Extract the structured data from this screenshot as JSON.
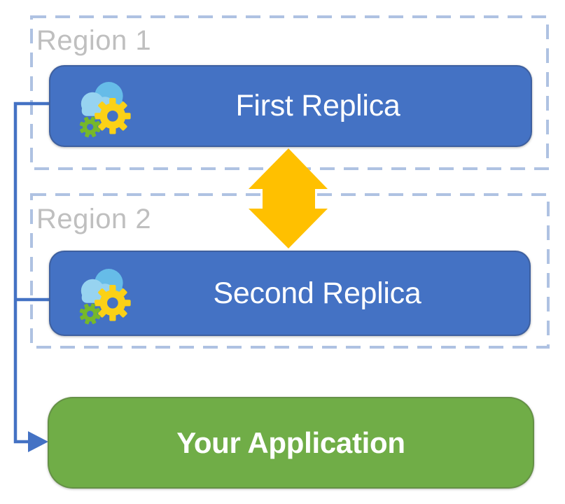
{
  "regions": [
    {
      "label": "Region 1",
      "replica_label": "First Replica"
    },
    {
      "label": "Region 2",
      "replica_label": "Second Replica"
    }
  ],
  "application": {
    "label": "Your Application"
  },
  "icons": {
    "replica_icon": "cloud-gears-icon",
    "sync_icon": "double-arrow-up-down-icon",
    "connector_icon": "arrow-right-icon"
  },
  "colors": {
    "replica_box": "#4472C4",
    "application_box": "#70AD47",
    "sync_arrow": "#FFC000",
    "region_border": "#AFC2E2",
    "region_label": "#BFBFBF",
    "connector": "#4472C4",
    "cloud": "#66BCE8",
    "cloud_light": "#97D3F0",
    "gear_yellow": "#FBD116",
    "gear_green": "#76B82A",
    "text": "#FFFFFF"
  }
}
